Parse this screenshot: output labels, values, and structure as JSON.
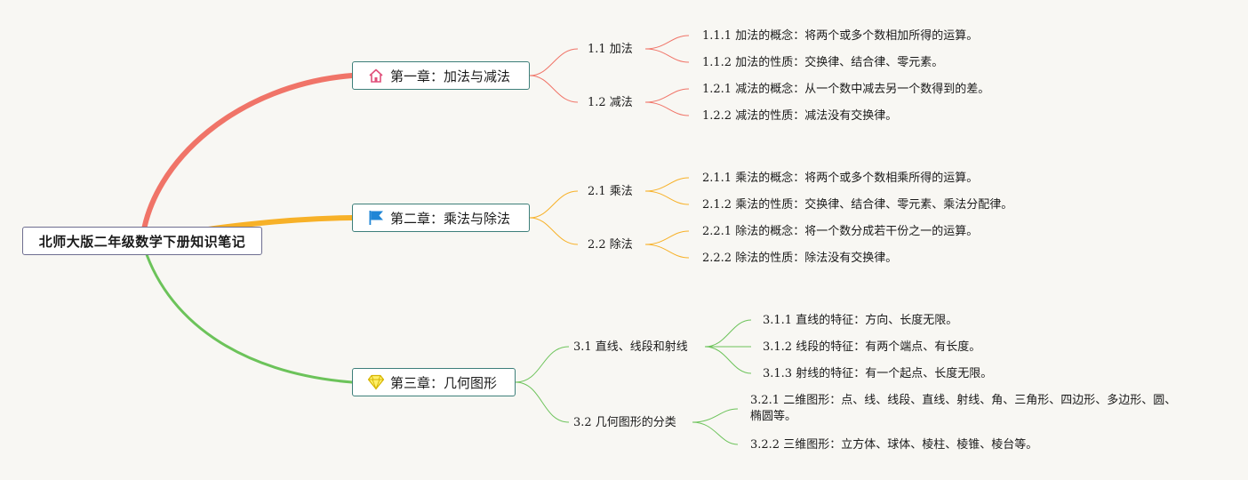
{
  "root": {
    "label": "北师大版二年级数学下册知识笔记"
  },
  "colors": {
    "chapter1": "#f07468",
    "chapter2": "#f7b128",
    "chapter3": "#6cc35a",
    "chapter_border": "#3d7f7a",
    "root_border": "#6e6e90"
  },
  "chapters": [
    {
      "label": "第一章：加法与减法",
      "icon": "house-icon",
      "sections": [
        {
          "label": "1.1 加法",
          "items": [
            "1.1.1 加法的概念：将两个或多个数相加所得的运算。",
            "1.1.2 加法的性质：交换律、结合律、零元素。"
          ]
        },
        {
          "label": "1.2 减法",
          "items": [
            "1.2.1 减法的概念：从一个数中减去另一个数得到的差。",
            "1.2.2 减法的性质：减法没有交换律。"
          ]
        }
      ]
    },
    {
      "label": "第二章：乘法与除法",
      "icon": "flag-icon",
      "sections": [
        {
          "label": "2.1 乘法",
          "items": [
            "2.1.1 乘法的概念：将两个或多个数相乘所得的运算。",
            "2.1.2 乘法的性质：交换律、结合律、零元素、乘法分配律。"
          ]
        },
        {
          "label": "2.2 除法",
          "items": [
            "2.2.1 除法的概念：将一个数分成若干份之一的运算。",
            "2.2.2 除法的性质：除法没有交换律。"
          ]
        }
      ]
    },
    {
      "label": "第三章：几何图形",
      "icon": "diamond-icon",
      "sections": [
        {
          "label": "3.1 直线、线段和射线",
          "items": [
            "3.1.1 直线的特征：方向、长度无限。",
            "3.1.2 线段的特征：有两个端点、有长度。",
            "3.1.3 射线的特征：有一个起点、长度无限。"
          ]
        },
        {
          "label": "3.2 几何图形的分类",
          "items": [
            "3.2.1 二维图形：点、线、线段、直线、射线、角、三角形、四边形、多边形、圆、椭圆等。",
            "3.2.2 三维图形：立方体、球体、棱柱、棱锥、棱台等。"
          ]
        }
      ]
    }
  ]
}
